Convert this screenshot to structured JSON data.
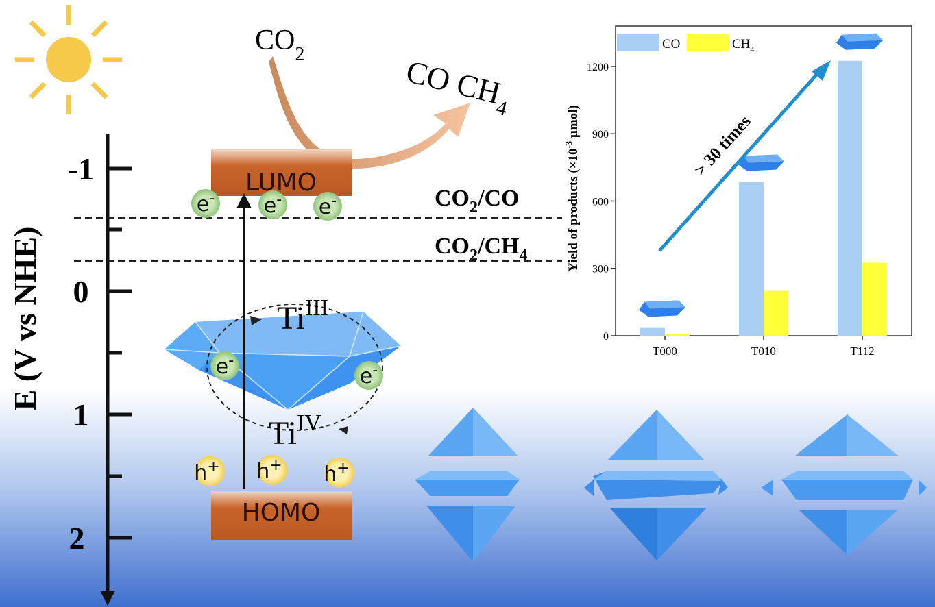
{
  "colors": {
    "background_top": "#ffffff",
    "background_bottom": "#3f6fce",
    "sun": "#f6c94a",
    "band": "#c8642a",
    "electron_fill": "#c9e6b5",
    "hole_fill": "#fbe79a",
    "crystal": "#3f93f0",
    "co_bar": "#a9cff5",
    "ch4_bar": "#ffff3a",
    "trend_arrow": "#1f8ed0",
    "flow_arrow": "#e9a476"
  },
  "axis": {
    "title": "E (V vs NHE)",
    "ticks": [
      "-1",
      "0",
      "1",
      "2"
    ]
  },
  "reaction": {
    "reactant_main": "CO",
    "reactant_sub": "2",
    "product_co": "CO",
    "product_ch4_main": "CH",
    "product_ch4_sub": "4"
  },
  "levels": {
    "lumo": "LUMO",
    "homo": "HOMO",
    "co2_co_a": "CO",
    "co2_co_sub": "2",
    "co2_co_b": "/CO",
    "co2_ch4_a": "CO",
    "co2_ch4_sub": "2",
    "co2_ch4_b": "/CH",
    "co2_ch4_sub2": "4"
  },
  "carriers": {
    "electron_base": "e",
    "electron_sup": "-",
    "hole_base": "h",
    "hole_sup": "+"
  },
  "ti": {
    "base": "Ti",
    "iii": "III",
    "iv": "IV"
  },
  "chart_data": {
    "type": "bar",
    "categories": [
      "T000",
      "T010",
      "T112"
    ],
    "series": [
      {
        "name": "CO",
        "values": [
          35,
          685,
          1225
        ]
      },
      {
        "name": "CH4",
        "values": [
          8,
          200,
          325
        ]
      }
    ],
    "legend": [
      {
        "main": "CO",
        "sub": ""
      },
      {
        "main": "CH",
        "sub": "4"
      }
    ],
    "ylabel_pre": "Yield of products (×10",
    "ylabel_sup": "-3",
    "ylabel_post": " μmol)",
    "yticks": [
      0,
      300,
      600,
      900,
      1200
    ],
    "ytick_labels": [
      "0",
      "300",
      "600",
      "900",
      "1200"
    ],
    "ylim": [
      0,
      1380
    ],
    "annotation": "> 30 times",
    "legend_position": "top-left",
    "grid": false
  }
}
